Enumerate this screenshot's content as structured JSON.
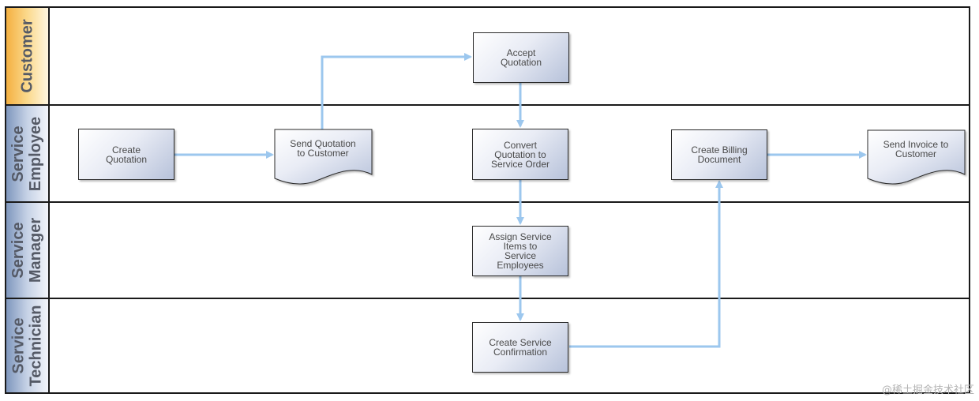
{
  "lanes": {
    "customer": "Customer",
    "employee": [
      "Service",
      "Employee"
    ],
    "manager": [
      "Service",
      "Manager"
    ],
    "technician": [
      "Service",
      "Technician"
    ]
  },
  "boxes": {
    "create_quotation": "Create\nQuotation",
    "accept_quotation": "Accept\nQuotation",
    "convert_quotation": "Convert\nQuotation to\nService Order",
    "assign_items": "Assign Service\nItems to\nService\nEmployees",
    "create_confirmation": "Create Service\nConfirmation",
    "create_billing": "Create Billing\nDocument"
  },
  "documents": {
    "send_quotation": [
      "Send Quotation",
      "to Customer"
    ],
    "send_invoice": [
      "Send Invoice to",
      "Customer"
    ]
  },
  "colors": {
    "connector": "#9cc7ee",
    "lane_header_blue": "#7f97bd",
    "lane_header_orange": "#f4b041"
  },
  "watermark": "@稀土掘金技术社区"
}
